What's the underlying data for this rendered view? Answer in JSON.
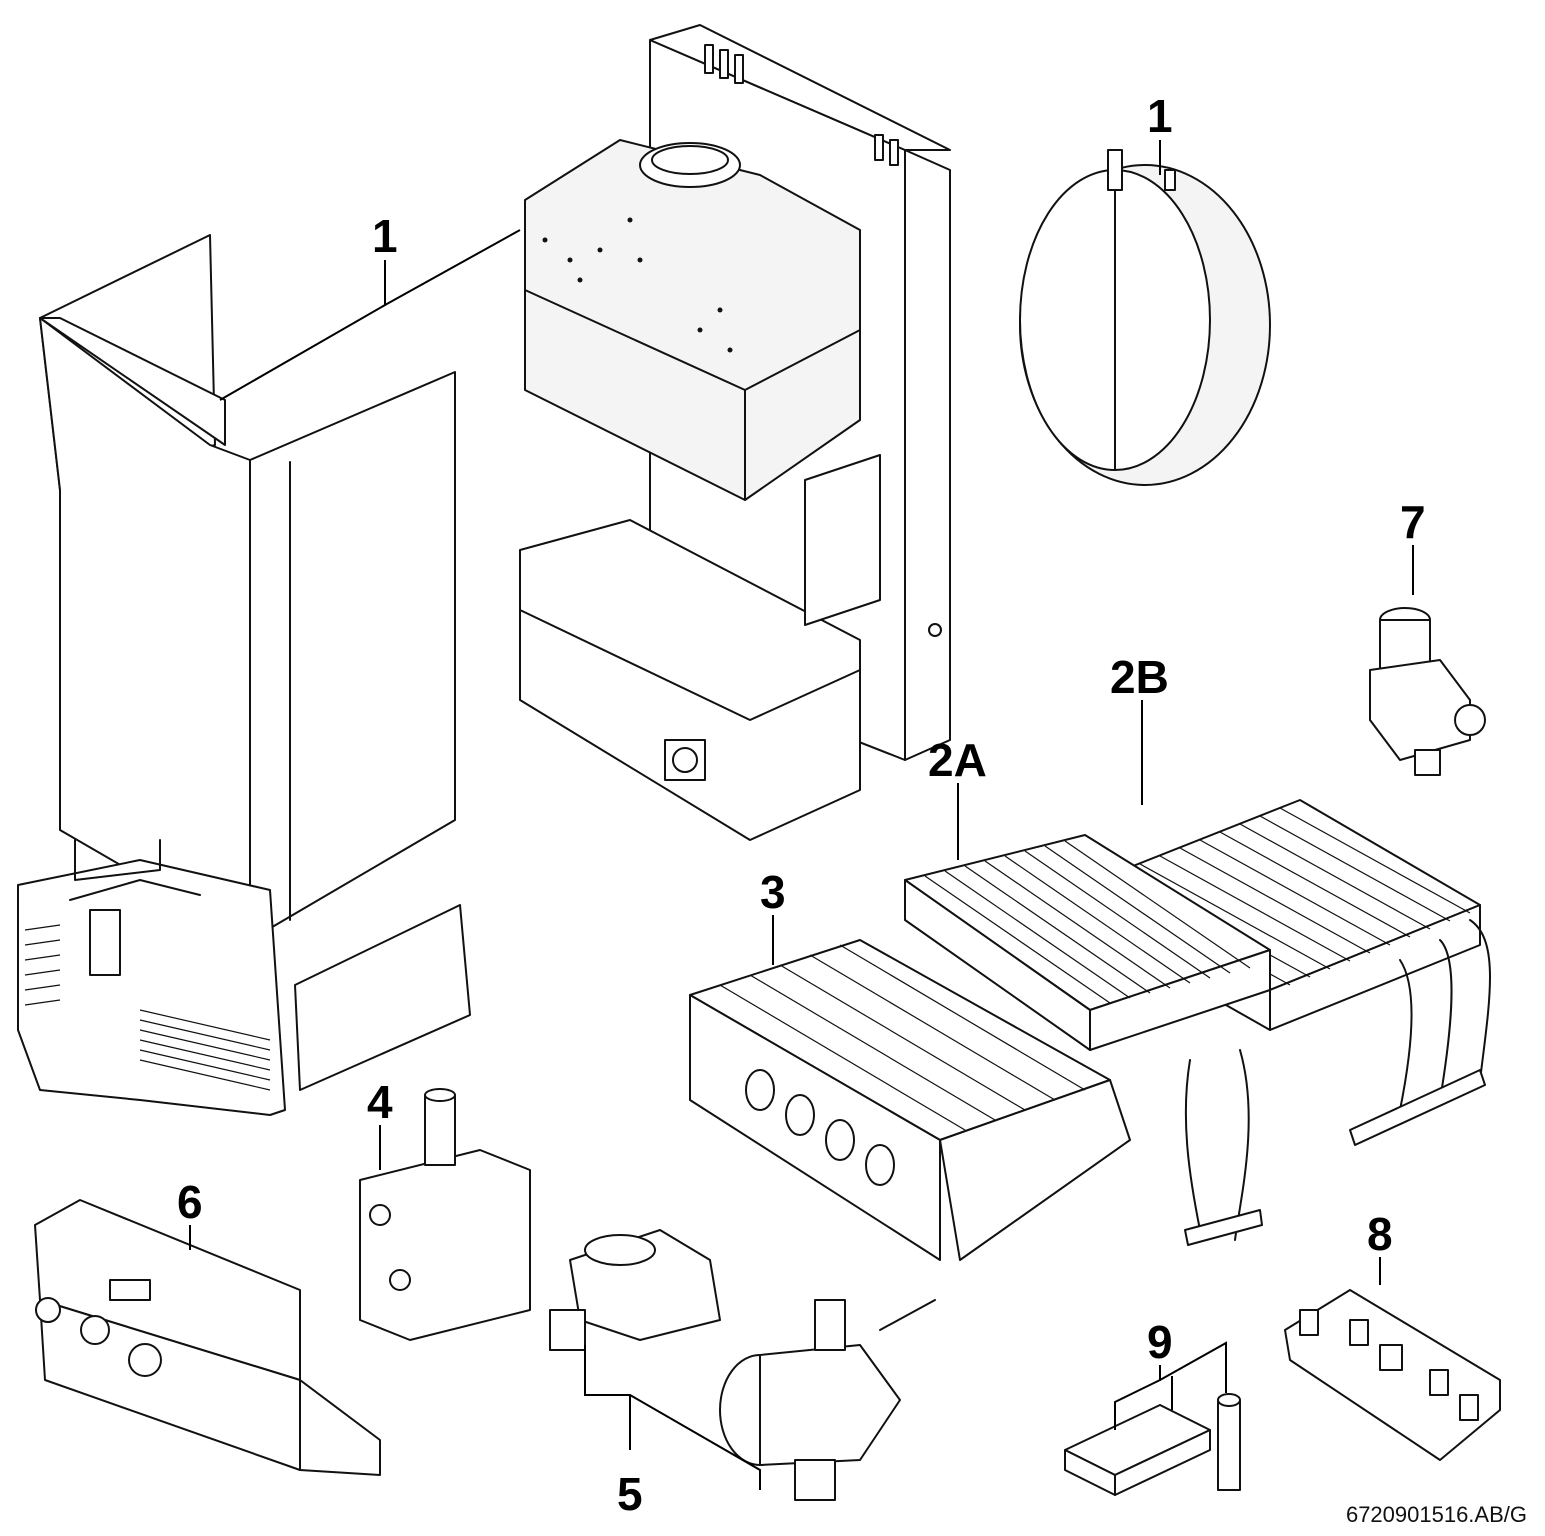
{
  "diagram": {
    "type": "exploded-parts-view",
    "reference_code": "6720901516.AB/G",
    "parts": [
      {
        "id": "casing",
        "label": "1"
      },
      {
        "id": "expansion-vessel",
        "label": "1"
      },
      {
        "id": "heat-exchanger-a",
        "label": "2A"
      },
      {
        "id": "heat-exchanger-b",
        "label": "2B"
      },
      {
        "id": "burner",
        "label": "3"
      },
      {
        "id": "gas-valve",
        "label": "4"
      },
      {
        "id": "fan-and-pump",
        "label": "5"
      },
      {
        "id": "control-panel",
        "label": "6"
      },
      {
        "id": "diverter-valve",
        "label": "7"
      },
      {
        "id": "connection-bracket",
        "label": "8"
      },
      {
        "id": "seal-kit",
        "label": "9"
      }
    ]
  }
}
